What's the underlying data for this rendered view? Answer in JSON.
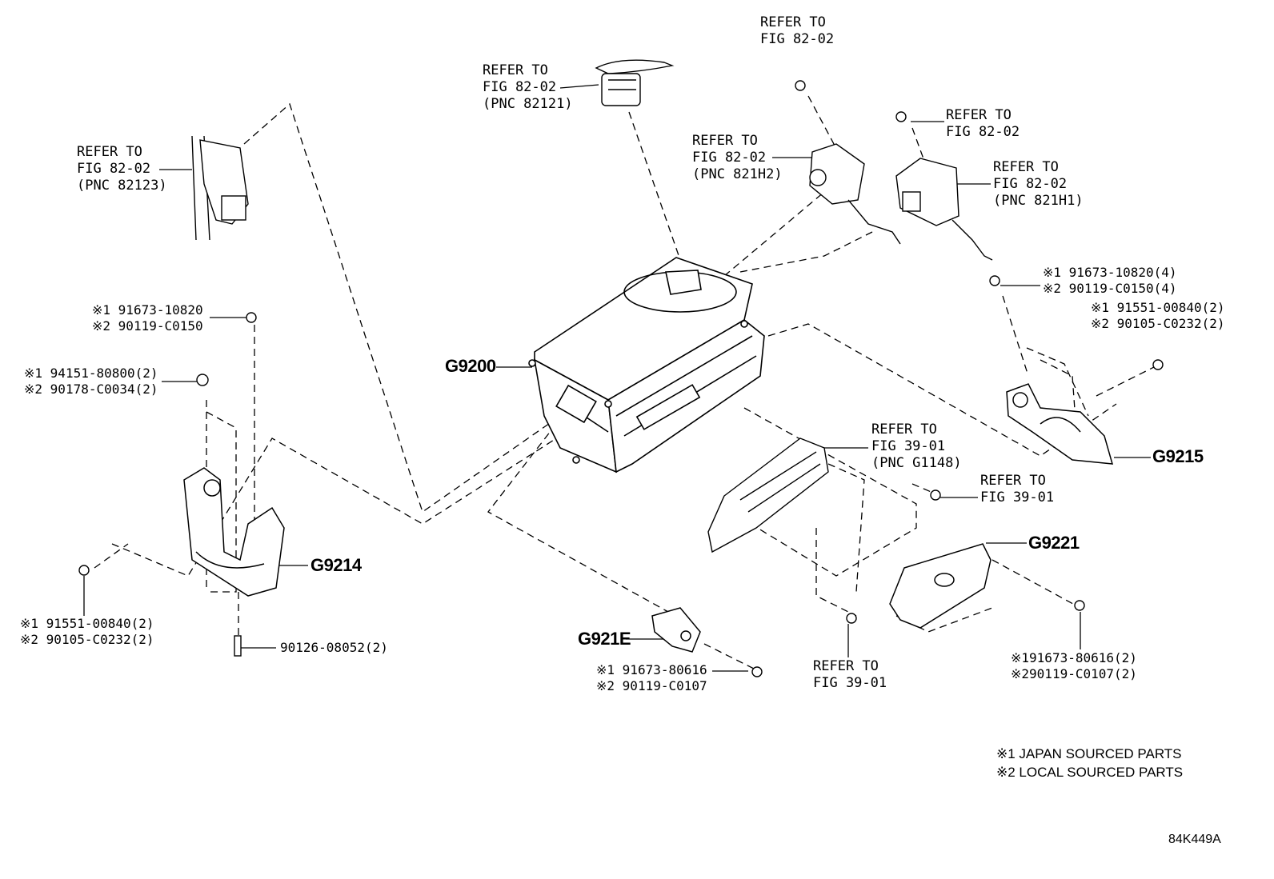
{
  "refs": {
    "r1": [
      "REFER TO",
      "FIG 82-02",
      "(PNC 82123)"
    ],
    "r2": [
      "REFER TO",
      "FIG 82-02",
      "(PNC 82121)"
    ],
    "r3": [
      "REFER TO",
      "FIG 82-02"
    ],
    "r4": [
      "REFER TO",
      "FIG 82-02",
      "(PNC 821H2)"
    ],
    "r5": [
      "REFER TO",
      "FIG 82-02"
    ],
    "r6": [
      "REFER TO",
      "FIG 82-02",
      "(PNC 821H1)"
    ],
    "r7": [
      "REFER TO",
      "FIG 39-01",
      "(PNC G1148)"
    ],
    "r8": [
      "REFER TO",
      "FIG 39-01"
    ],
    "r9": [
      "REFER TO",
      "FIG 39-01"
    ]
  },
  "parts": {
    "p1": [
      "※1 91673-10820",
      "※2 90119-C0150"
    ],
    "p2": [
      "※1 94151-80800(2)",
      "※2 90178-C0034(2)"
    ],
    "p3": [
      "※1 91551-00840(2)",
      "※2 90105-C0232(2)"
    ],
    "p4": "90126-08052(2)",
    "p5": [
      "※1 91673-80616",
      "※2 90119-C0107"
    ],
    "p6": [
      "※1 91673-10820(4)",
      "※2 90119-C0150(4)"
    ],
    "p7": [
      "※1 91551-00840(2)",
      "※2 90105-C0232(2)"
    ],
    "p8": [
      "※191673-80616(2)",
      "※290119-C0107(2)"
    ]
  },
  "callouts": {
    "g9200": "G9200",
    "g9214": "G9214",
    "g9215": "G9215",
    "g9221": "G9221",
    "g921e": "G921E"
  },
  "legend": [
    "※1 JAPAN SOURCED PARTS",
    "※2 LOCAL SOURCED PARTS"
  ],
  "figure_code": "84K449A"
}
